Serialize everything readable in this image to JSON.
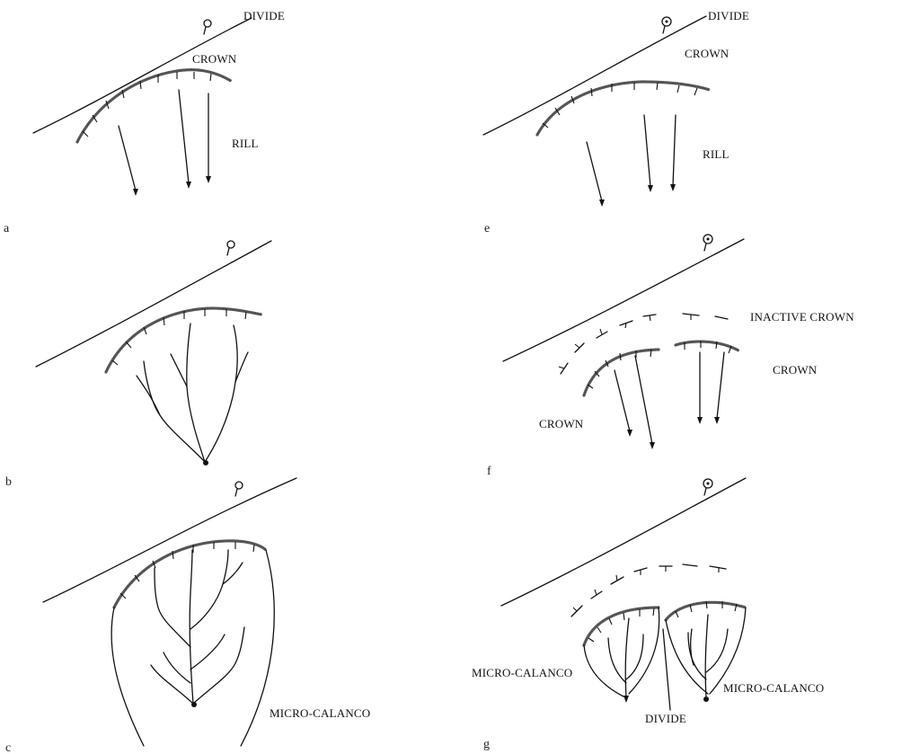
{
  "figure": {
    "panels": [
      {
        "letter": "a",
        "labels": [
          "DIVIDE",
          "CROWN",
          "RILL"
        ]
      },
      {
        "letter": "b",
        "labels": []
      },
      {
        "letter": "c",
        "labels": [
          "MICRO-CALANCO"
        ]
      },
      {
        "letter": "e",
        "labels": [
          "DIVIDE",
          "CROWN",
          "RILL"
        ]
      },
      {
        "letter": "f",
        "labels": [
          "INACTIVE CROWN",
          "CROWN",
          "CROWN"
        ]
      },
      {
        "letter": "g",
        "labels": [
          "MICRO-CALANCO",
          "MICRO-CALANCO",
          "DIVIDE"
        ]
      }
    ]
  }
}
